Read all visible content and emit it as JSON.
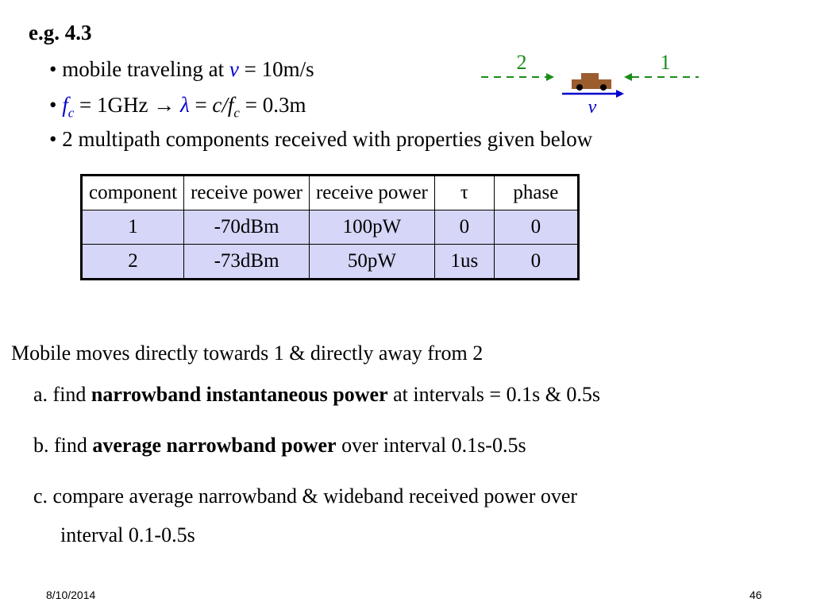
{
  "title": "e.g. 4.3",
  "bullets": {
    "b1": {
      "marker": "•",
      "text": "mobile traveling at ",
      "var": "v",
      "rest": " = 10m/s"
    },
    "b2": {
      "marker": "•",
      "f": "f",
      "c": "c",
      "eq": " = 1GHz ",
      "arrow": "→",
      "lambda": "λ",
      "eq2": " = ",
      "cvar": "c/f",
      "c2": "c",
      "rest": " = 0.3m"
    },
    "b3": {
      "marker": "•",
      "text": "2 multipath components received with properties given below"
    }
  },
  "diagram": {
    "label_left": "2",
    "label_right": "1",
    "velocity_label": "v",
    "colors": {
      "arrow": "#1a8c1a",
      "car": "#9b5c2e",
      "velocity": "#0000cc"
    }
  },
  "table": {
    "headers": [
      "component",
      "receive power",
      "receive power",
      "τ",
      "phase"
    ],
    "rows": [
      [
        "1",
        "-70dBm",
        "100pW",
        "0",
        "0"
      ],
      [
        "2",
        "-73dBm",
        "50pW",
        "1us",
        "0"
      ]
    ]
  },
  "question": {
    "intro": "Mobile moves directly towards 1 & directly away from 2",
    "a": {
      "pre": "a. find ",
      "bold": "narrowband instantaneous power",
      "post": " at intervals = 0.1s & 0.5s"
    },
    "b": {
      "pre": "b. find ",
      "bold": "average narrowband power",
      "post": " over interval 0.1s-0.5s"
    },
    "c": {
      "line1": "c. compare average narrowband & wideband received power over",
      "line2": "interval 0.1-0.5s"
    }
  },
  "footer": {
    "date": "8/10/2014",
    "page": "46"
  }
}
